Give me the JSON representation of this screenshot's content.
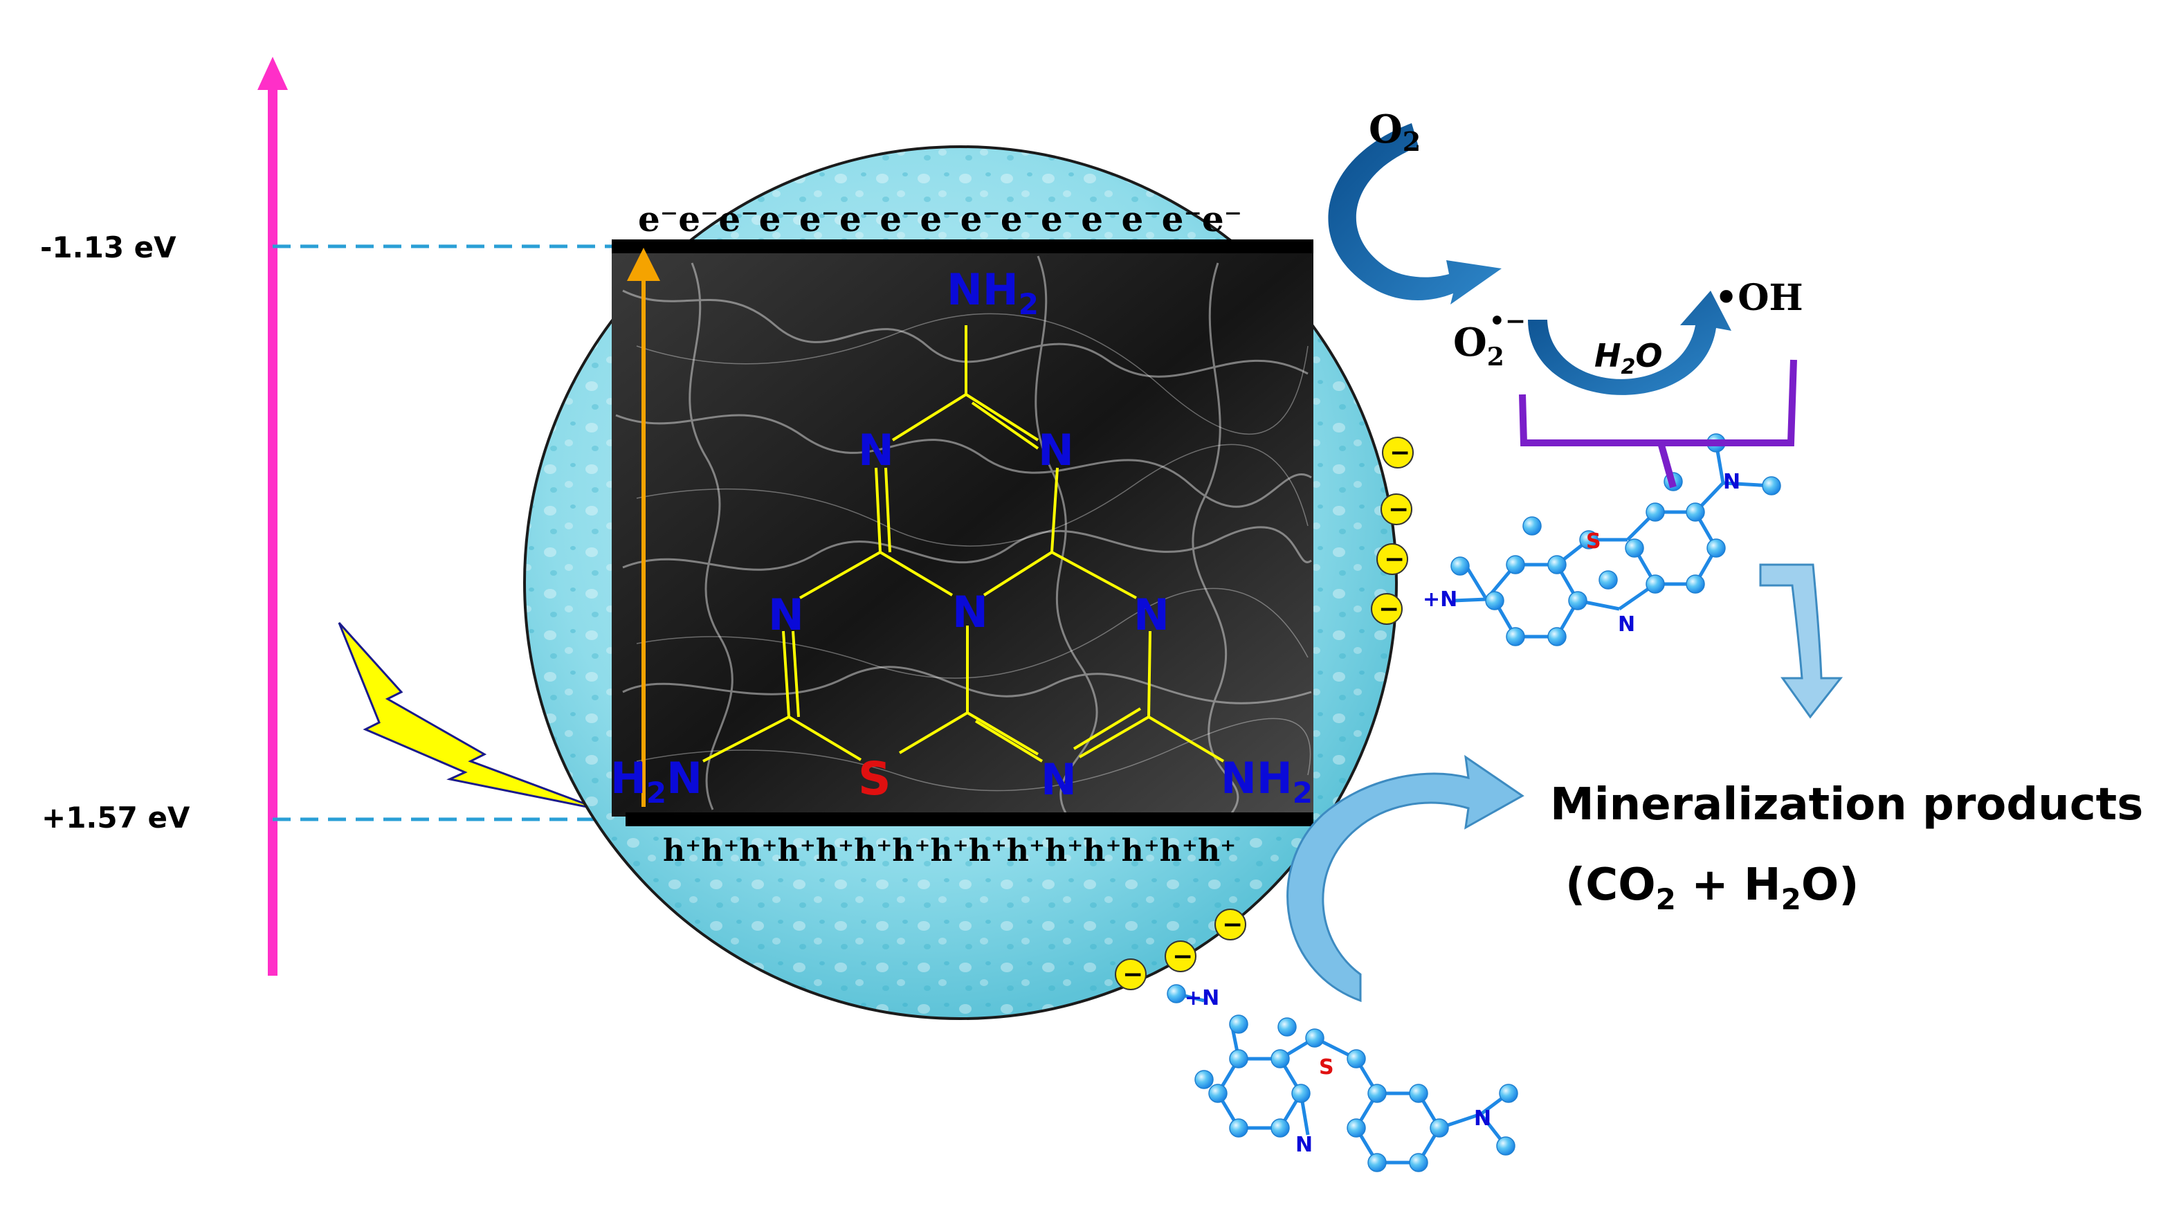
{
  "energy_levels": {
    "cb": "-1.13 eV",
    "vb": "+1.57 eV"
  },
  "charges": {
    "electron_row": "e⁻e⁻e⁻e⁻e⁻e⁻e⁻e⁻e⁻e⁻e⁻e⁻e⁻e⁻e⁻",
    "hole_row": "h⁺h⁺h⁺h⁺h⁺h⁺h⁺h⁺h⁺h⁺h⁺h⁺h⁺h⁺h⁺"
  },
  "molecule": {
    "nh2": "NH",
    "nh2_sub": "2",
    "h2n": "H",
    "h2n_sub": "2",
    "h2n_tail": "N",
    "n": "N",
    "s": "S"
  },
  "dye": {
    "s": "S",
    "n": "N",
    "n_plus": "+N",
    "minus": "−"
  },
  "species": {
    "o2": "O",
    "o2_sub": "2",
    "superoxide": "O",
    "superoxide_sub": "2",
    "superoxide_sup": "•−",
    "hydroxyl": "•OH",
    "water_h": "H",
    "water_sub": "2",
    "water_o": "O"
  },
  "products": {
    "title": "Mineralization products",
    "formula_open": "(CO",
    "formula_sub1": "2",
    "formula_mid": " + H",
    "formula_sub2": "2",
    "formula_close": "O)"
  },
  "colors": {
    "arrow_magenta": "#ff2fc8",
    "dashed": "#2a9fd6",
    "sphere": "#8fdcea",
    "bond_yellow": "#ffff00",
    "atom_blue": "#0a0ad8",
    "atom_red": "#e01010",
    "bracket_purple": "#7a1fc9",
    "curved_arrow_dark": "#0e5aa0",
    "curved_arrow_light": "#6fb6e0",
    "minus_badge": "#ffee00"
  },
  "icons": [
    "lightning-bolt-icon",
    "curved-arrow-icon",
    "down-arrow-icon"
  ]
}
